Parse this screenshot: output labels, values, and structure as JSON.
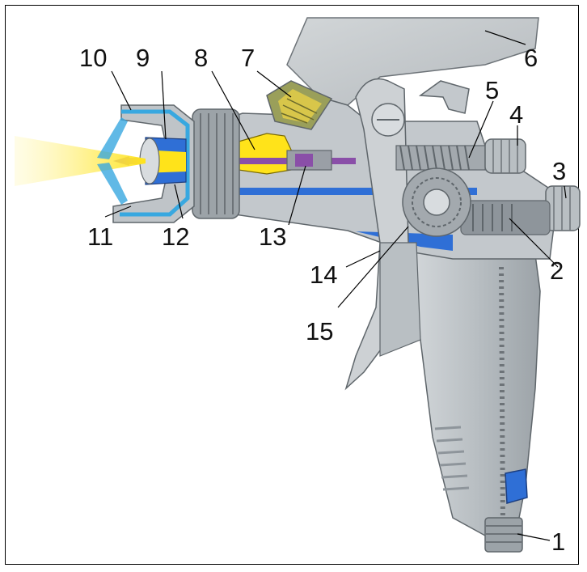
{
  "diagram": {
    "labels": [
      {
        "id": "1",
        "text": "1"
      },
      {
        "id": "2",
        "text": "2"
      },
      {
        "id": "3",
        "text": "3"
      },
      {
        "id": "4",
        "text": "4"
      },
      {
        "id": "5",
        "text": "5"
      },
      {
        "id": "6",
        "text": "6"
      },
      {
        "id": "7",
        "text": "7"
      },
      {
        "id": "8",
        "text": "8"
      },
      {
        "id": "9",
        "text": "9"
      },
      {
        "id": "10",
        "text": "10"
      },
      {
        "id": "11",
        "text": "11"
      },
      {
        "id": "12",
        "text": "12"
      },
      {
        "id": "13",
        "text": "13"
      },
      {
        "id": "14",
        "text": "14"
      },
      {
        "id": "15",
        "text": "15"
      }
    ],
    "colors": {
      "body_grey": "#bfc4c8",
      "body_dark": "#8e959b",
      "spray_yellow": "#ffe31a",
      "air_blue": "#2f6fd6",
      "light_blue": "#38a8e0",
      "needle_purple": "#8a4fa8",
      "filter_yellow": "#d8c64a"
    }
  }
}
